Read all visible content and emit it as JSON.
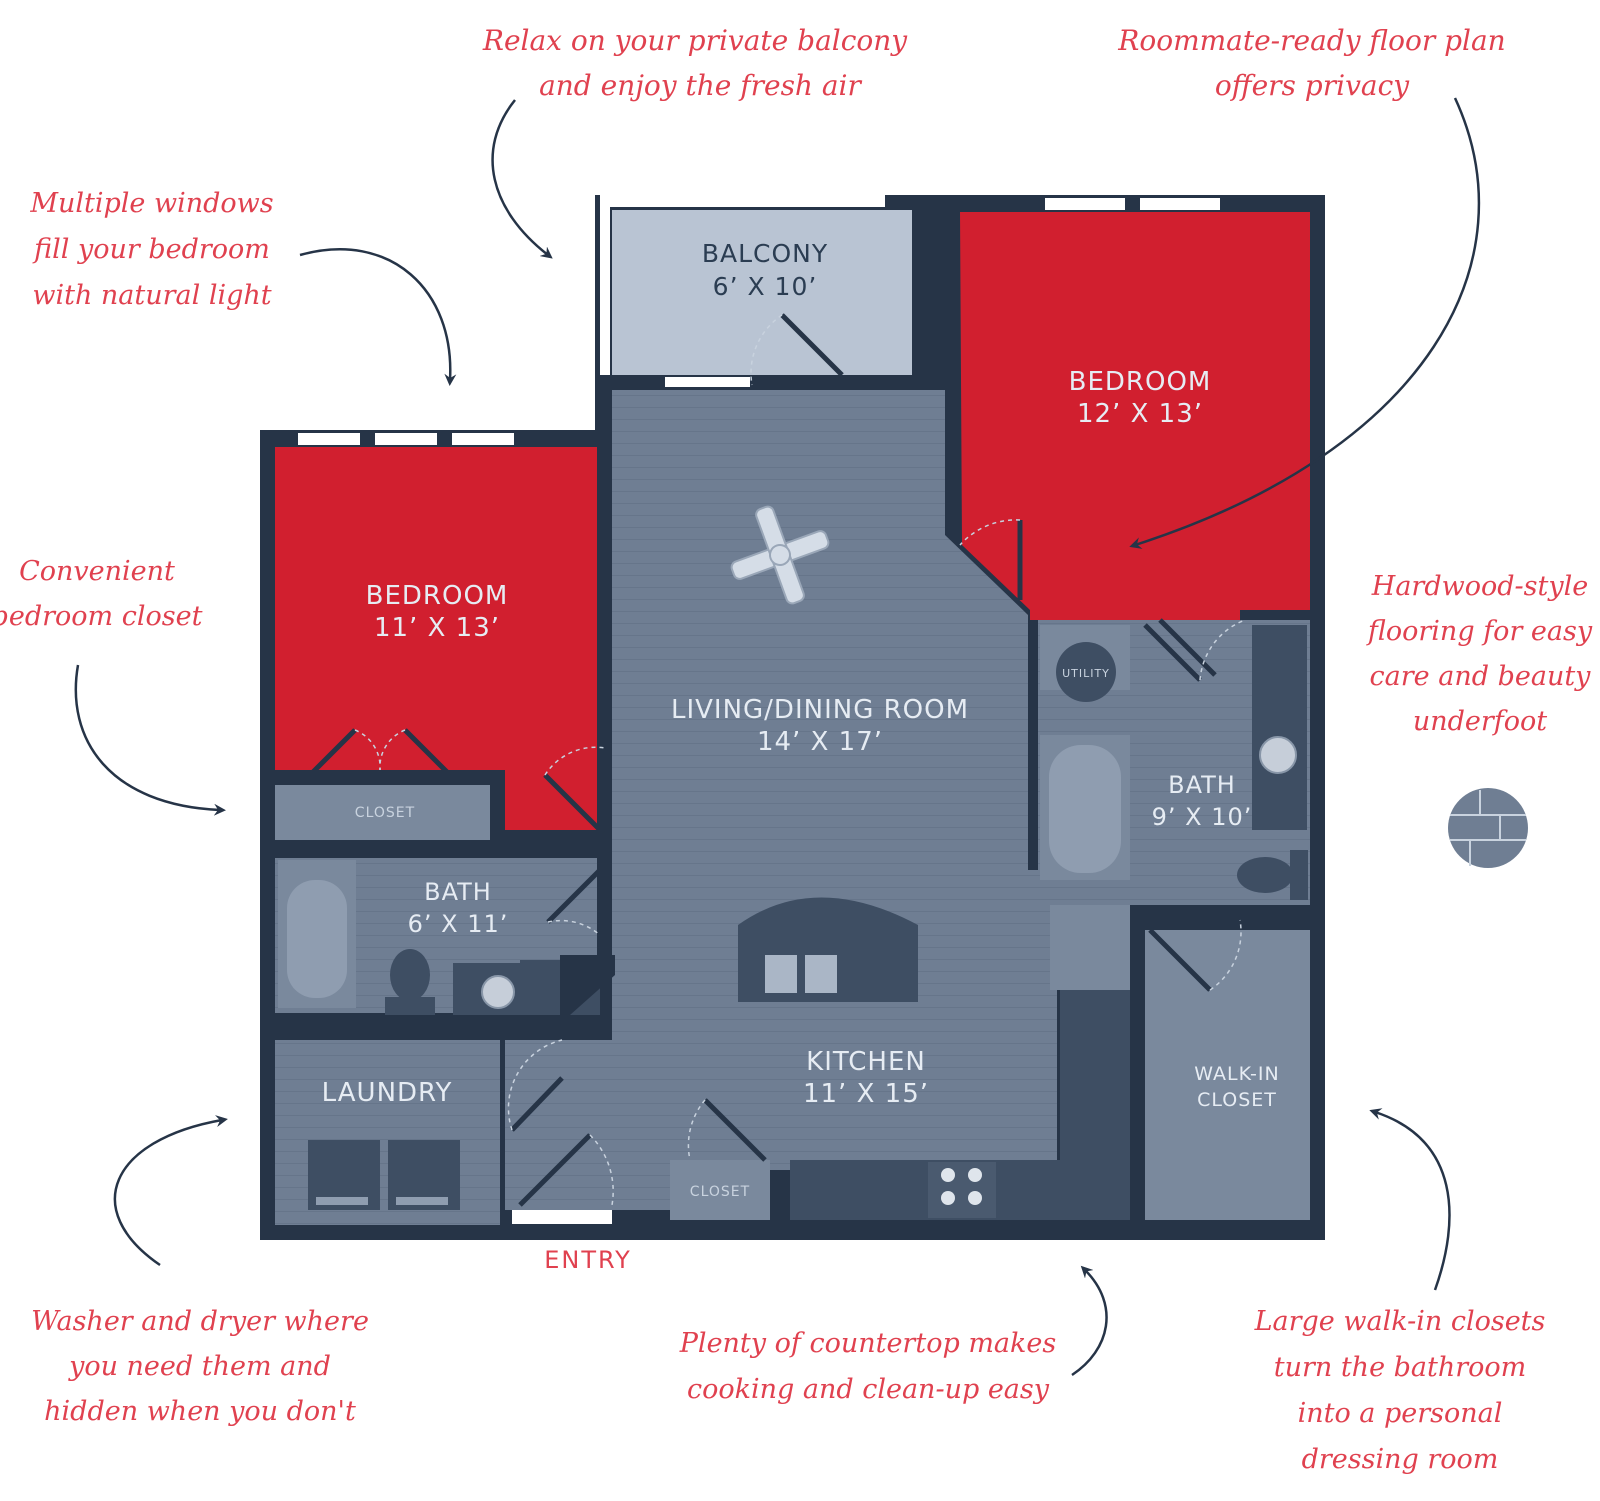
{
  "rooms": {
    "balcony": {
      "name": "BALCONY",
      "size": "6’ X 10’"
    },
    "bedroom_master": {
      "name": "BEDROOM",
      "size": "12’ X 13’"
    },
    "bedroom_second": {
      "name": "BEDROOM",
      "size": "11’ X 13’"
    },
    "living": {
      "name": "LIVING/DINING ROOM",
      "size": "14’ X 17’"
    },
    "bath_left": {
      "name": "BATH",
      "size": "6’ X 11’"
    },
    "bath_right": {
      "name": "BATH",
      "size": "9’ X 10’"
    },
    "kitchen": {
      "name": "KITCHEN",
      "size": "11’ X 15’"
    },
    "laundry": {
      "name": "LAUNDRY"
    },
    "walkin": {
      "line1": "WALK-IN",
      "line2": "CLOSET"
    },
    "closet_bedroom": {
      "name": "CLOSET"
    },
    "closet_entry": {
      "name": "CLOSET"
    },
    "utility": {
      "name": "UTILITY"
    },
    "entry": {
      "name": "ENTRY"
    }
  },
  "callouts": {
    "balcony": [
      "Relax on your private balcony",
      "and enjoy the fresh air"
    ],
    "roommate": [
      "Roommate-ready floor plan",
      "offers privacy"
    ],
    "windows": [
      "Multiple windows",
      "fill your bedroom",
      "with natural light"
    ],
    "closet": [
      "Convenient",
      "bedroom closet"
    ],
    "flooring": [
      "Hardwood-style",
      "flooring for easy",
      "care and beauty",
      "underfoot"
    ],
    "laundry": [
      "Washer and dryer where",
      "you need them and",
      "hidden when you don't"
    ],
    "countertop": [
      "Plenty of countertop makes",
      "cooking and clean-up easy"
    ],
    "walkin": [
      "Large walk-in closets",
      "turn the bathroom",
      "into a personal",
      "dressing room"
    ]
  },
  "colors": {
    "bedroom": "#d11f2f",
    "wall": "#263447",
    "floor": "#6f7e93",
    "balcony": "#b9c4d3",
    "callout_text": "#e0414f"
  },
  "icons": [
    "ceiling-fan-icon",
    "sink-icon",
    "toilet-icon",
    "bathtub-icon",
    "stove-icon",
    "washer-icon",
    "dryer-icon",
    "flooring-swatch-icon"
  ]
}
